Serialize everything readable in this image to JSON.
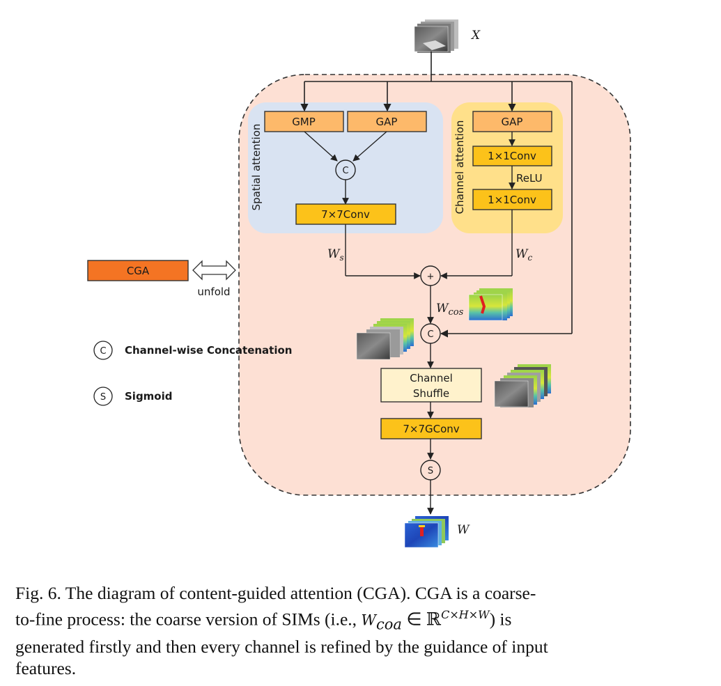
{
  "figure": {
    "input_label": "X",
    "output_label": "W",
    "module_name": "CGA",
    "unfold_label": "unfold",
    "spatial_attention": {
      "title": "Spatial attention",
      "gmp": "GMP",
      "gap": "GAP",
      "concat_symbol": "C",
      "conv": "7×7Conv",
      "output_label": "W",
      "output_sub": "s"
    },
    "channel_attention": {
      "title": "Channel attention",
      "gap": "GAP",
      "conv1": "1×1Conv",
      "relu": "ReLU",
      "conv2": "1×1Conv",
      "output_label": "W",
      "output_sub": "c"
    },
    "add_symbol": "+",
    "coarse_label": "W",
    "coarse_sub": "cos",
    "concat_symbol": "C",
    "channel_shuffle_line1": "Channel",
    "channel_shuffle_line2": "Shuffle",
    "gconv": "7×7GConv",
    "sigmoid_symbol": "S",
    "legend": [
      {
        "symbol": "C",
        "label": "Channel-wise Concatenation"
      },
      {
        "symbol": "S",
        "label": "Sigmoid"
      }
    ],
    "colors": {
      "outer_bg": "#fde0d4",
      "spatial_bg": "#d9e3f2",
      "channel_bg": "#ffe08a",
      "pool_box": "#fdb96a",
      "conv_box": "#fcc21a",
      "shuffle_box": "#fff2cc",
      "cga_box": "#f47423"
    }
  },
  "caption": {
    "line1": "Fig. 6.  The diagram of content-guided attention (CGA). CGA is a coarse-",
    "line2_a": "to-fine process: the coarse version of SIMs (i.e., ",
    "line2_var": "W",
    "line2_sub": "coa",
    "line2_in": " ∈ ",
    "line2_R": "ℝ",
    "line2_sup": "C×H×W",
    "line2_b": ") is",
    "line3": "generated firstly and then every channel is refined by the guidance of input",
    "line4": "features."
  }
}
